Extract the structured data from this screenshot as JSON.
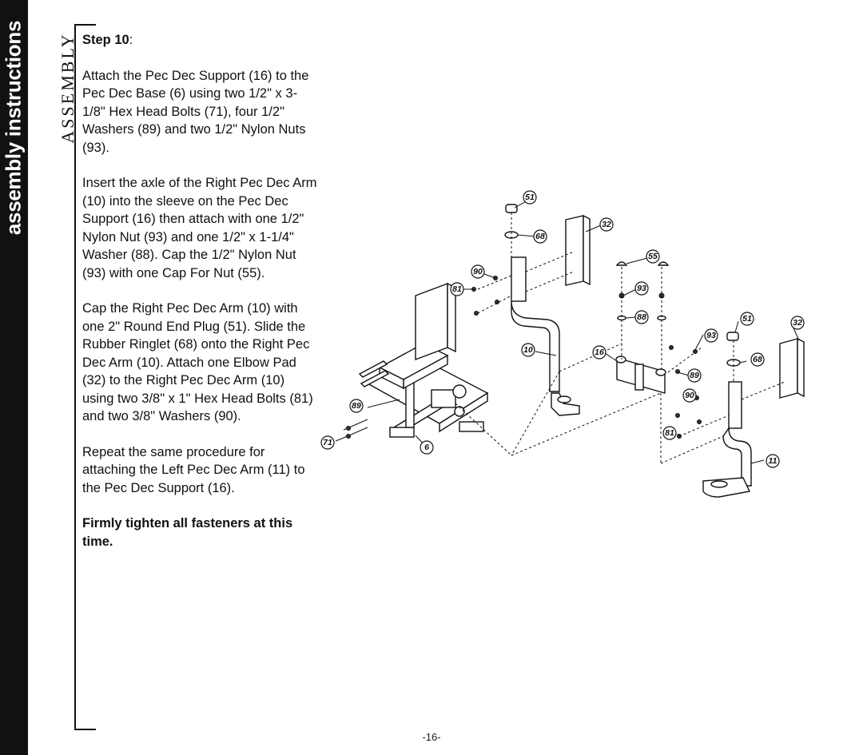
{
  "side_tab": "assembly instructions",
  "section_word": "ASSEMBLY",
  "step": {
    "label": "Step 10",
    "suffix": ":"
  },
  "paragraphs": [
    "Attach the Pec Dec Support (16) to the Pec Dec Base (6) using two 1/2\" x 3-1/8\" Hex Head Bolts (71), four 1/2\" Washers (89) and two 1/2\" Nylon Nuts (93).",
    "Insert the axle of the Right Pec Dec Arm (10) into the sleeve on the Pec Dec Support (16) then attach with one 1/2\" Nylon Nut (93) and one 1/2\" x 1-1/4\" Washer (88).  Cap the 1/2\" Nylon Nut (93) with one Cap For Nut (55).",
    "Cap the Right Pec Dec Arm (10) with one 2\" Round End Plug (51). Slide the Rubber Ringlet (68) onto the Right Pec Dec Arm (10).  Attach one Elbow Pad (32) to the Right Pec Dec Arm (10) using two 3/8\" x 1\" Hex Head Bolts (81) and two 3/8\" Washers (90).",
    "Repeat the same procedure for attaching the Left Pec Dec Arm (11) to the Pec Dec Support (16)."
  ],
  "note": "Firmly tighten all fasteners at this time.",
  "diagram": {
    "callouts": [
      "51",
      "68",
      "32",
      "90",
      "81",
      "55",
      "93",
      "88",
      "51",
      "32",
      "93",
      "10",
      "16",
      "68",
      "89",
      "90",
      "89",
      "81",
      "71",
      "6",
      "11"
    ]
  },
  "page_number": "-16-"
}
